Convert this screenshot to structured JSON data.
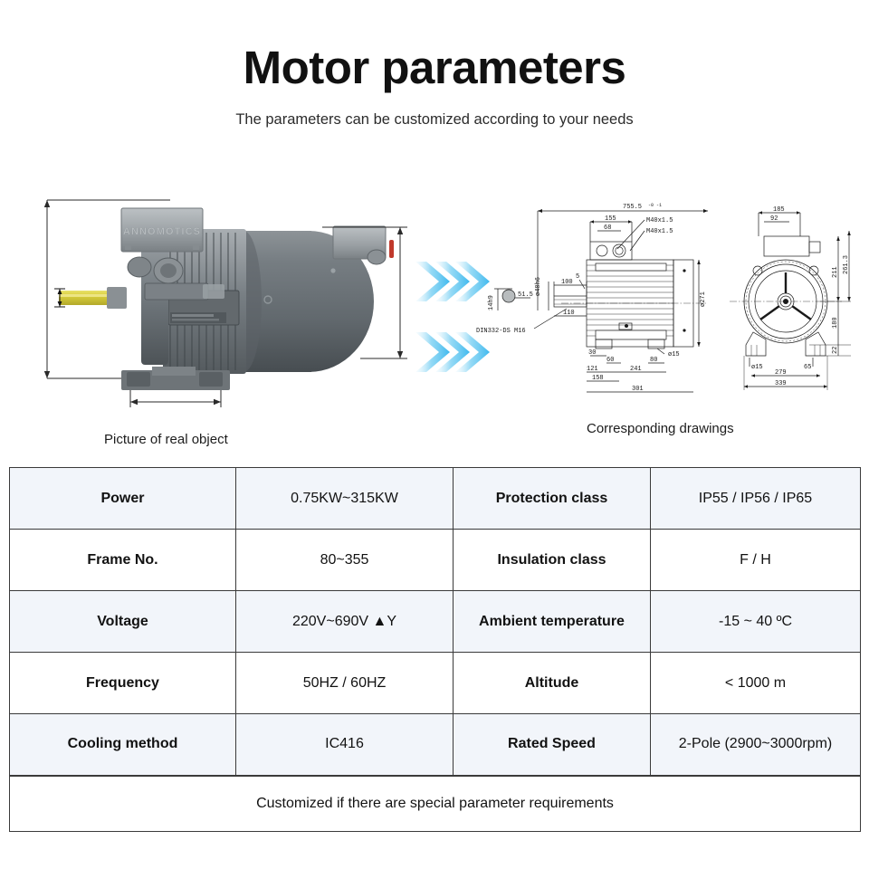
{
  "header": {
    "title": "Motor parameters",
    "subtitle": "The parameters can be customized according to your needs"
  },
  "media": {
    "photo_caption": "Picture of real object",
    "drawing_caption": "Corresponding drawings",
    "photo_brand_emboss": "ANNOMOTICS",
    "arrow_icon_name": "double-chevron-right-icon",
    "arrow_color": "#4fc3f0",
    "drawing_dimensions": {
      "side_view": {
        "overall_length": "755.5",
        "terminal_box_width": "155",
        "terminal_box_inner": "68",
        "gland_1": "M40x1.5",
        "gland_2": "M40x1.5",
        "shaft_diameter": "ø48h6",
        "shaft_length": "100",
        "shaft_step": "110",
        "shaft_shoulder": "5",
        "key_size": "14h9",
        "key_length": "51.5",
        "center_hole": "DIN332-DS  M16",
        "body_diameter": "ø271",
        "foot_a": "30",
        "foot_b": "60",
        "foot_c": "80",
        "foot_hole": "ø15",
        "base_121": "121",
        "base_241": "241",
        "base_158": "158",
        "base_301": "301"
      },
      "front_view": {
        "box_width": "185",
        "box_inner": "92",
        "height_to_box": "211",
        "total_height": "261.3",
        "shaft_height": "180",
        "foot_thickness": "22",
        "foot_hole": "ø15",
        "foot_edge": "65",
        "foot_span": "279",
        "overall_width": "339"
      }
    }
  },
  "table": {
    "rows": [
      {
        "label_left": "Power",
        "value_left": "0.75KW~315KW",
        "label_right": "Protection class",
        "value_right": "IP55 / IP56 / IP65"
      },
      {
        "label_left": "Frame No.",
        "value_left": "80~355",
        "label_right": "Insulation class",
        "value_right": "F / H"
      },
      {
        "label_left": "Voltage",
        "value_left": "220V~690V ▲Y",
        "label_right": "Ambient temperature",
        "value_right": "-15 ~ 40 ºC"
      },
      {
        "label_left": "Frequency",
        "value_left": "50HZ / 60HZ",
        "label_right": "Altitude",
        "value_right": "< 1000 m"
      },
      {
        "label_left": "Cooling method",
        "value_left": "IC416",
        "label_right": "Rated Speed",
        "value_right": "2-Pole (2900~3000rpm)"
      }
    ],
    "footer_note": "Customized if there are special parameter requirements",
    "row_alt_color": "#f2f5fa",
    "border_color": "#3a3a3a"
  }
}
